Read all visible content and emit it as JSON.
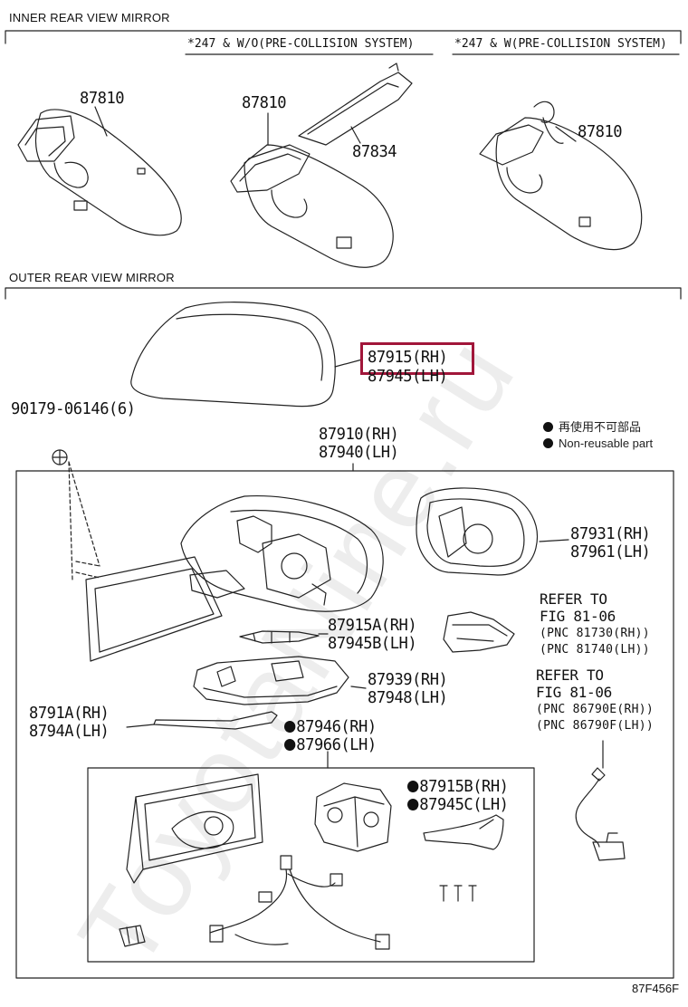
{
  "sections": {
    "inner": "INNER REAR VIEW MIRROR",
    "outer": "OUTER REAR VIEW MIRROR"
  },
  "notes": {
    "without_pcs": "*247 & W/O(PRE-COLLISION SYSTEM)",
    "with_pcs": "*247 & W(PRE-COLLISION SYSTEM)"
  },
  "legend": {
    "japanese": "再使用不可部品",
    "english": "Non-reusable part"
  },
  "parts": {
    "p87810_a": "87810",
    "p87810_b": "87810",
    "p87834": "87834",
    "p87810_c": "87810",
    "p87915_rh": "87915(RH)",
    "p87945_lh": "87945(LH)",
    "p90179": "90179-06146(6)",
    "p87910_rh": "87910(RH)",
    "p87940_lh": "87940(LH)",
    "p87931_rh": "87931(RH)",
    "p87961_lh": "87961(LH)",
    "p87915a_rh": "87915A(RH)",
    "p87945b_lh": "87945B(LH)",
    "p87939_rh": "87939(RH)",
    "p87948_lh": "87948(LH)",
    "p8791a_rh": "8791A(RH)",
    "p8794a_lh": "8794A(LH)",
    "p87946_rh": "87946(RH)",
    "p87966_lh": "87966(LH)",
    "p87915b_rh": "87915B(RH)",
    "p87945c_lh": "87945C(LH)"
  },
  "refs": {
    "ref1_a": "REFER TO",
    "ref1_b": "FIG 81-06",
    "ref1_c": "(PNC 81730(RH))",
    "ref1_d": "(PNC 81740(LH))",
    "ref2_a": "REFER TO",
    "ref2_b": "FIG 81-06",
    "ref2_c": "(PNC 86790E(RH))",
    "ref2_d": "(PNC 86790F(LH))"
  },
  "figure_code": "87F456F",
  "watermark": "ToyotaNine.ru",
  "highlight_color": "#a1163a"
}
